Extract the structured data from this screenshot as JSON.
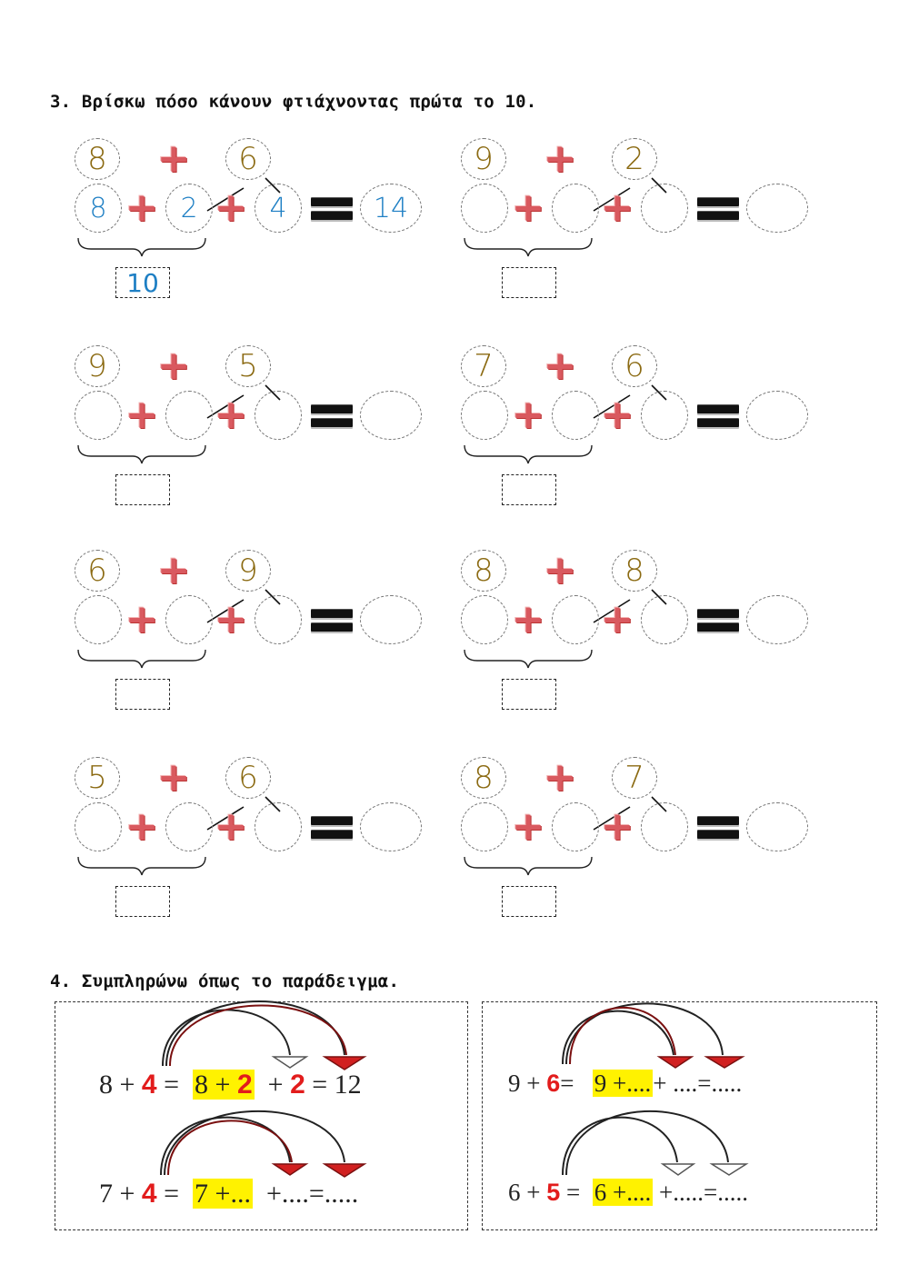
{
  "section3": {
    "title": "3. Βρίσκω πόσο κάνουν φτιάχνοντας πρώτα το 10.",
    "exercises": [
      {
        "a": "8",
        "b": "6",
        "fill": [
          "8",
          "2",
          "4"
        ],
        "result": "14",
        "ten": "10"
      },
      {
        "a": "9",
        "b": "2",
        "fill": [
          "",
          "",
          ""
        ],
        "result": "",
        "ten": ""
      },
      {
        "a": "9",
        "b": "5",
        "fill": [
          "",
          "",
          ""
        ],
        "result": "",
        "ten": ""
      },
      {
        "a": "7",
        "b": "6",
        "fill": [
          "",
          "",
          ""
        ],
        "result": "",
        "ten": ""
      },
      {
        "a": "6",
        "b": "9",
        "fill": [
          "",
          "",
          ""
        ],
        "result": "",
        "ten": ""
      },
      {
        "a": "8",
        "b": "8",
        "fill": [
          "",
          "",
          ""
        ],
        "result": "",
        "ten": ""
      },
      {
        "a": "5",
        "b": "6",
        "fill": [
          "",
          "",
          ""
        ],
        "result": "",
        "ten": ""
      },
      {
        "a": "8",
        "b": "7",
        "fill": [
          "",
          "",
          ""
        ],
        "result": "",
        "ten": ""
      }
    ],
    "plus_symbol": "+"
  },
  "section4": {
    "title": "4. Συμπληρώνω όπως το παράδειγμα.",
    "left": [
      {
        "a": "8",
        "op": "+",
        "b": "4",
        "eq": "=",
        "hl_a": "8 +",
        "hl_b": "2",
        "rest_plus": "+",
        "rest_b": "2",
        "rest_tail": "= 12"
      },
      {
        "a": "7",
        "op": "+",
        "b": "4",
        "eq": "=",
        "hl_a": "7 +...",
        "hl_b": "",
        "rest_plus": "+....=.....",
        "rest_b": "",
        "rest_tail": ""
      }
    ],
    "right": [
      {
        "a": "9",
        "op": "+",
        "b": "6",
        "eq": "=",
        "hl_a": "9 +....",
        "tail": "+ ....=....."
      },
      {
        "a": "6",
        "op": "+",
        "b": "5",
        "eq": "=",
        "hl_a": "6 +....",
        "tail": "+.....=....."
      }
    ],
    "colors": {
      "highlight": "#fff200",
      "red": "#e21c1c",
      "arrow_dark": "#7a1010"
    }
  }
}
